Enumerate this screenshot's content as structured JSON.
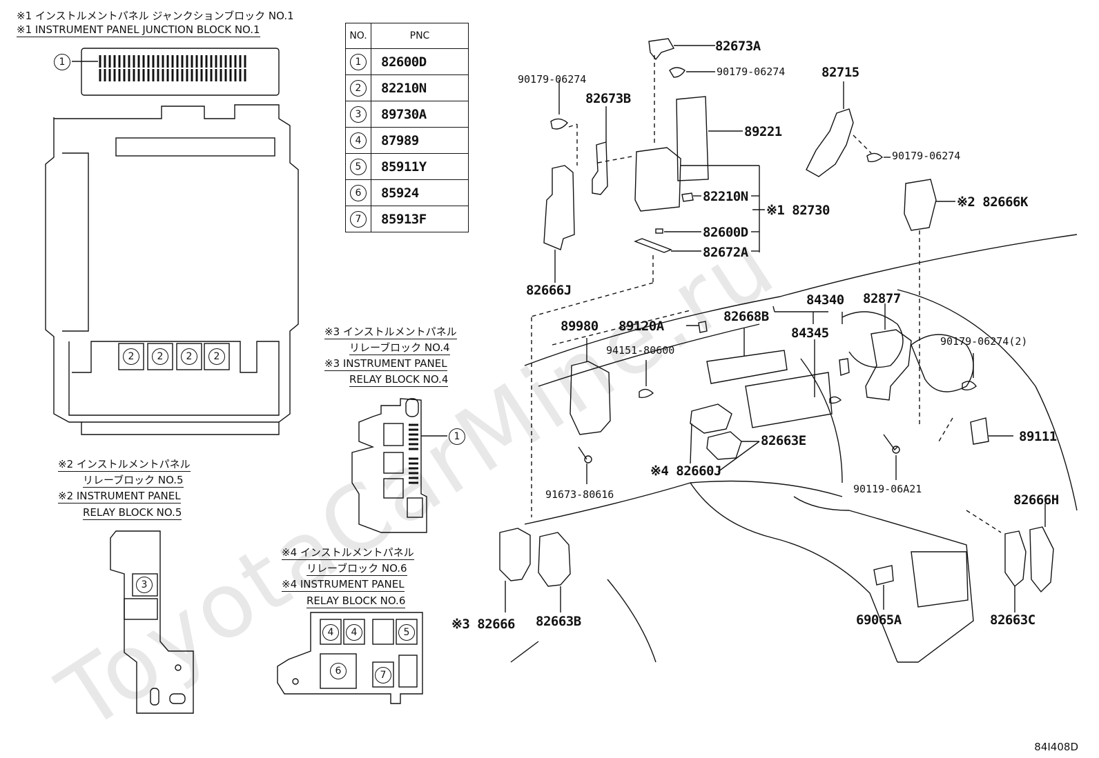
{
  "watermark": "ToyotaCarMine.ru",
  "diagram_code": "84I408D",
  "junction_block": {
    "title_jp": "※1 インストルメントパネル ジャンクションブロック NO.1",
    "title_en": "※1 INSTRUMENT PANEL JUNCTION BLOCK NO.1"
  },
  "relay_block_4": {
    "title_jp_1": "※3 インストルメントパネル",
    "title_jp_2": "リレーブロック NO.4",
    "title_en_1": "※3 INSTRUMENT PANEL",
    "title_en_2": "RELAY BLOCK NO.4"
  },
  "relay_block_5": {
    "title_jp_1": "※2 インストルメントパネル",
    "title_jp_2": "リレーブロック NO.5",
    "title_en_1": "※2 INSTRUMENT PANEL",
    "title_en_2": "RELAY BLOCK NO.5"
  },
  "relay_block_6": {
    "title_jp_1": "※4 インストルメントパネル",
    "title_jp_2": "リレーブロック NO.6",
    "title_en_1": "※4 INSTRUMENT PANEL",
    "title_en_2": "RELAY BLOCK NO.6"
  },
  "pnc_table": {
    "headers": [
      "NO.",
      "PNC"
    ],
    "rows": [
      {
        "no": "1",
        "pnc": "82600D"
      },
      {
        "no": "2",
        "pnc": "82210N"
      },
      {
        "no": "3",
        "pnc": "89730A"
      },
      {
        "no": "4",
        "pnc": "87989"
      },
      {
        "no": "5",
        "pnc": "85911Y"
      },
      {
        "no": "6",
        "pnc": "85924"
      },
      {
        "no": "7",
        "pnc": "85913F"
      }
    ]
  },
  "callouts": {
    "c1": "1",
    "c2": "2",
    "c3": "3",
    "c4": "4",
    "c5": "5",
    "c6": "6",
    "c7": "7"
  },
  "parts": {
    "p82673A": "82673A",
    "p90179_top": "90179-06274",
    "p90179_left": "90179-06274",
    "p82673B": "82673B",
    "p89221": "89221",
    "p82715": "82715",
    "p90179_right": "90179-06274",
    "p82210N": "82210N",
    "p82730": "※1 82730",
    "p82666K": "※2 82666K",
    "p82600D": "82600D",
    "p82672A": "82672A",
    "p82666J": "82666J",
    "p84340": "84340",
    "p82877": "82877",
    "p89980": "89980",
    "p89120A": "89120A",
    "p82668B": "82668B",
    "p84345": "84345",
    "p90179_2": "90179-06274(2)",
    "p94151": "94151-80600",
    "p89111": "89111",
    "p82663E": "82663E",
    "p82660J": "※4 82660J",
    "p91673": "91673-80616",
    "p90119": "90119-06A21",
    "p82666H": "82666H",
    "p82666": "※3 82666",
    "p82663B": "82663B",
    "p69065A": "69065A",
    "p82663C": "82663C"
  }
}
